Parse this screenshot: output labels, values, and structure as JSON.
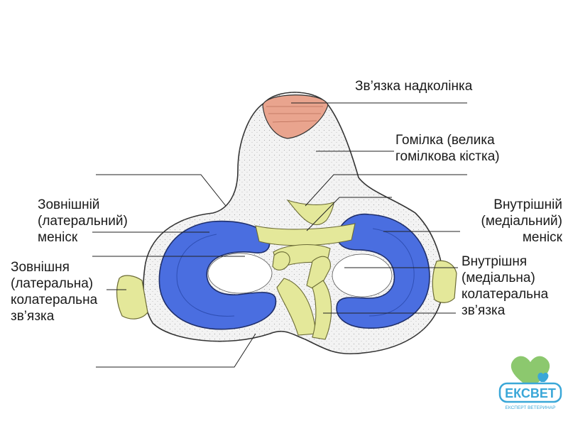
{
  "labels": {
    "patellar_ligament": "Зв’язка надколінка",
    "tibia": [
      "Гомілка (велика",
      "гомілкова кістка)"
    ],
    "lateral_meniscus": [
      "Зовнішній",
      "(латеральний)",
      "меніск"
    ],
    "medial_meniscus": [
      "Внутрішній",
      "(медіальний)",
      "меніск"
    ],
    "lateral_collateral": [
      "Зовнішня",
      "(латеральна)",
      "колатеральна",
      "зв’язка"
    ],
    "medial_collateral": [
      "Внутрішня",
      "(медіальна)",
      "колатеральна",
      "зв’язка"
    ]
  },
  "logo": {
    "name": "ЕКСВЕТ",
    "tagline": "ЕКСПЕРТ ВЕТЕРИНАР"
  },
  "colors": {
    "meniscus_blue": "#4a6ee0",
    "ligament_yellow": "#e4e89a",
    "patella_pink": "#e9a48e",
    "bone_fill": "#f3f3f3",
    "logo_green": "#8cc86e",
    "logo_blue": "#3aa7d8"
  }
}
